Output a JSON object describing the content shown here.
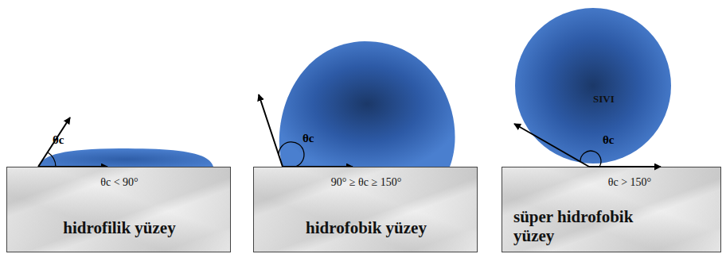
{
  "diagram": {
    "nodes": [
      {
        "text": [
          "θc < 90°",
          "hidrofilik yüzey"
        ]
      },
      {
        "text": [
          "90° ≥ θc ≥ 150°",
          "hidrofobik yüzey"
        ]
      },
      {
        "text": [
          "θc > 150°",
          "süper hidrofobik yüzey"
        ]
      },
      {
        "text": [
          "SIVI"
        ]
      }
    ],
    "labels": [
      "θc",
      "θc",
      "θc"
    ]
  }
}
